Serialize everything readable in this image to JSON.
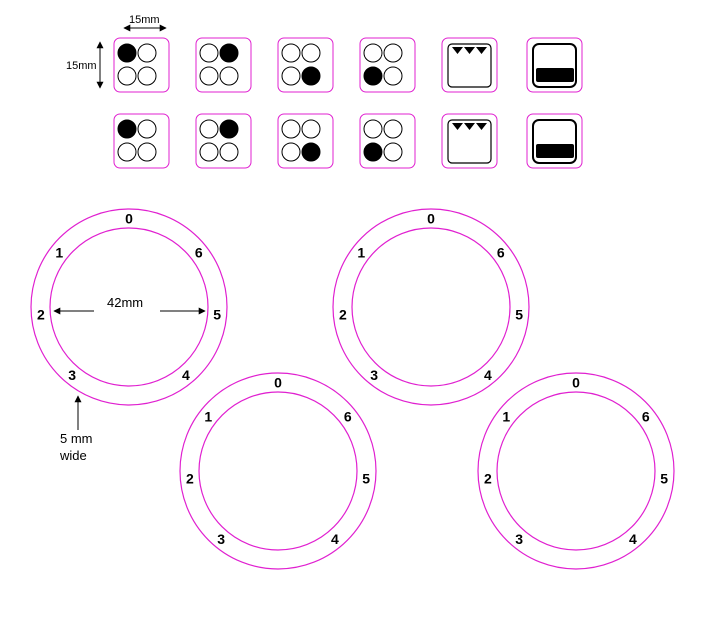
{
  "colors": {
    "outline": "#e020d0",
    "ink": "#000000",
    "background": "#ffffff"
  },
  "annotations": {
    "tile_width": "15mm",
    "tile_height": "15mm",
    "ring_diameter": "42mm",
    "ring_width_line1": "5 mm",
    "ring_width_line2": "wide"
  },
  "tiles": {
    "rows": [
      [
        {
          "kind": "dots",
          "filled": [
            0
          ]
        },
        {
          "kind": "dots",
          "filled": [
            1
          ]
        },
        {
          "kind": "dots",
          "filled": [
            3
          ]
        },
        {
          "kind": "dots",
          "filled": [
            2
          ]
        },
        {
          "kind": "triangles",
          "icon": "triangles-icon"
        },
        {
          "kind": "bar",
          "icon": "bar-icon"
        }
      ],
      [
        {
          "kind": "dots",
          "filled": [
            0
          ]
        },
        {
          "kind": "dots",
          "filled": [
            1
          ]
        },
        {
          "kind": "dots",
          "filled": [
            3
          ]
        },
        {
          "kind": "dots",
          "filled": [
            2
          ]
        },
        {
          "kind": "triangles",
          "icon": "triangles-icon"
        },
        {
          "kind": "bar",
          "icon": "bar-icon"
        }
      ]
    ]
  },
  "dial_labels": [
    "0",
    "1",
    "2",
    "3",
    "4",
    "5",
    "6"
  ],
  "dials": [
    {
      "name": "dial-top-left",
      "labels": [
        "0",
        "1",
        "2",
        "3",
        "4",
        "5",
        "6"
      ]
    },
    {
      "name": "dial-top-right",
      "labels": [
        "0",
        "1",
        "2",
        "3",
        "4",
        "5",
        "6"
      ]
    },
    {
      "name": "dial-bottom-left",
      "labels": [
        "0",
        "1",
        "2",
        "3",
        "4",
        "5",
        "6"
      ]
    },
    {
      "name": "dial-bottom-right",
      "labels": [
        "0",
        "1",
        "2",
        "3",
        "4",
        "5",
        "6"
      ]
    }
  ]
}
